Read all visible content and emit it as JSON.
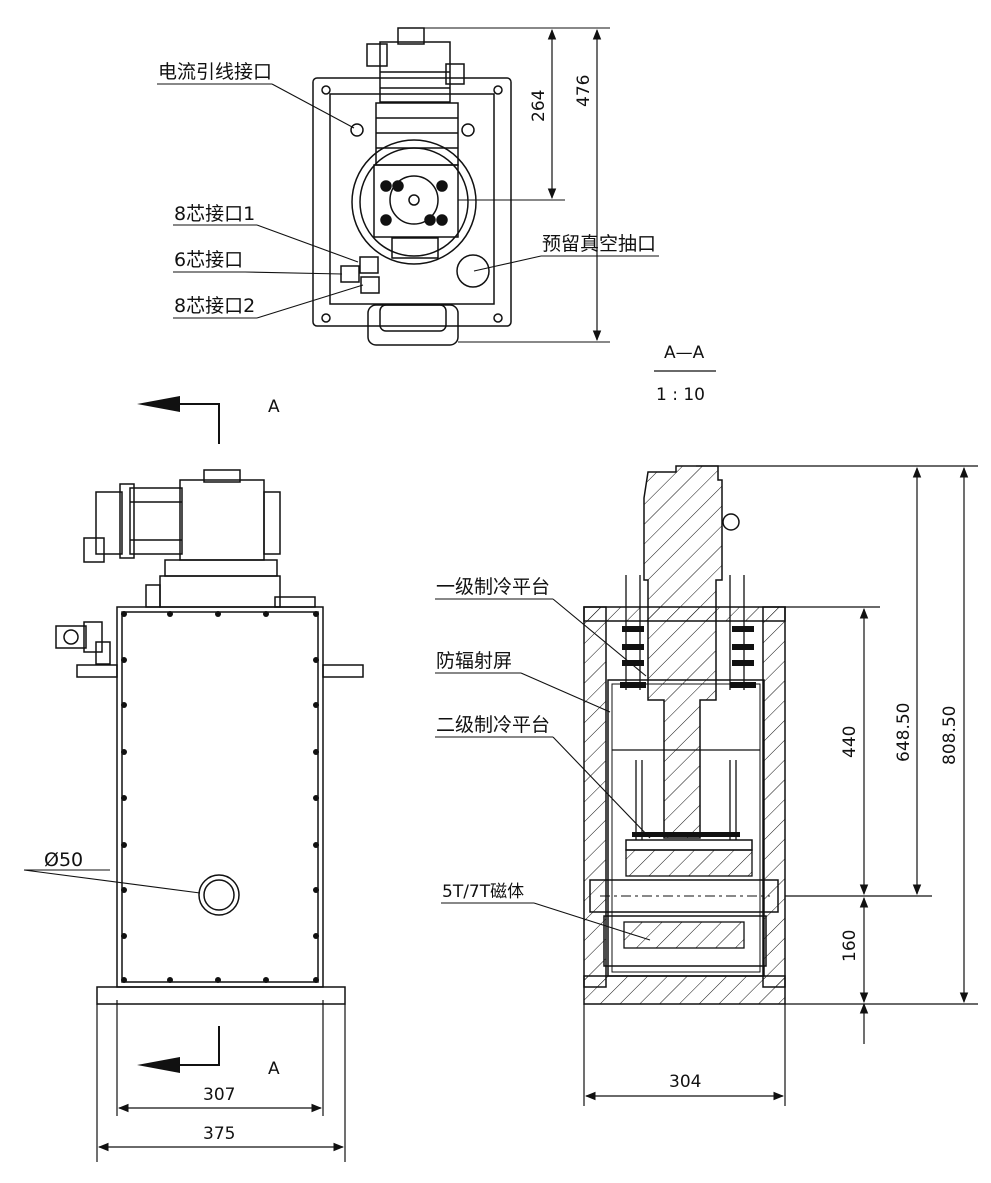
{
  "labels": {
    "current_lead_port": "电流引线接口",
    "port_8pin_1": "8芯接口1",
    "port_6pin": "6芯接口",
    "port_8pin_2": "8芯接口2",
    "vacuum_port": "预留真空抽口",
    "stage1": "一级制冷平台",
    "radiation_shield": "防辐射屏",
    "stage2": "二级制冷平台",
    "magnet": "5T/7T磁体",
    "diameter": "Ø50",
    "view_letter_top": "A",
    "view_letter_bottom": "A",
    "section_title": "A—A",
    "section_scale": "1 : 10"
  },
  "dimensions": {
    "top_264": "264",
    "top_476": "476",
    "width_307": "307",
    "width_375": "375",
    "width_304": "304",
    "height_440": "440",
    "height_160": "160",
    "height_648": "648.50",
    "height_808": "808.50"
  }
}
